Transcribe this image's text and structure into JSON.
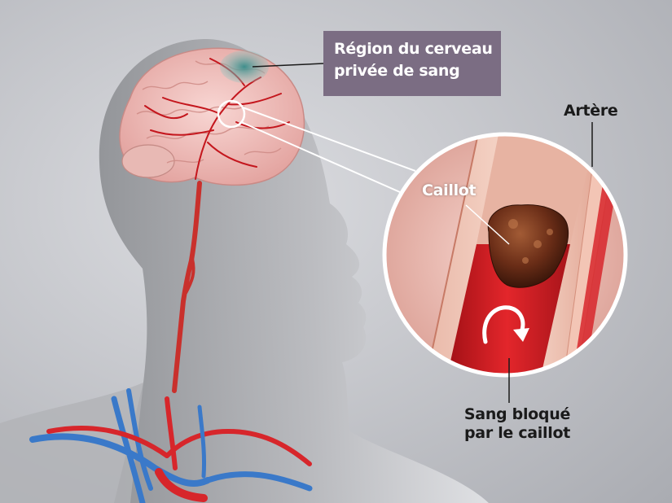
{
  "labels": {
    "region_line1": "Région du cerveau",
    "region_line2": "privée de sang",
    "artery": "Artère",
    "clot": "Caillot",
    "blocked_line1": "Sang bloqué",
    "blocked_line2": "par le caillot"
  },
  "colors": {
    "background": "#c5c6cb",
    "label_box": "#7b6d83",
    "artery_red": "#d7262b",
    "vein_blue": "#3a79c9",
    "brain_pink": "#f2c3c0",
    "deprived_region": "#5aa7a3",
    "clot": "#5b2a17"
  }
}
